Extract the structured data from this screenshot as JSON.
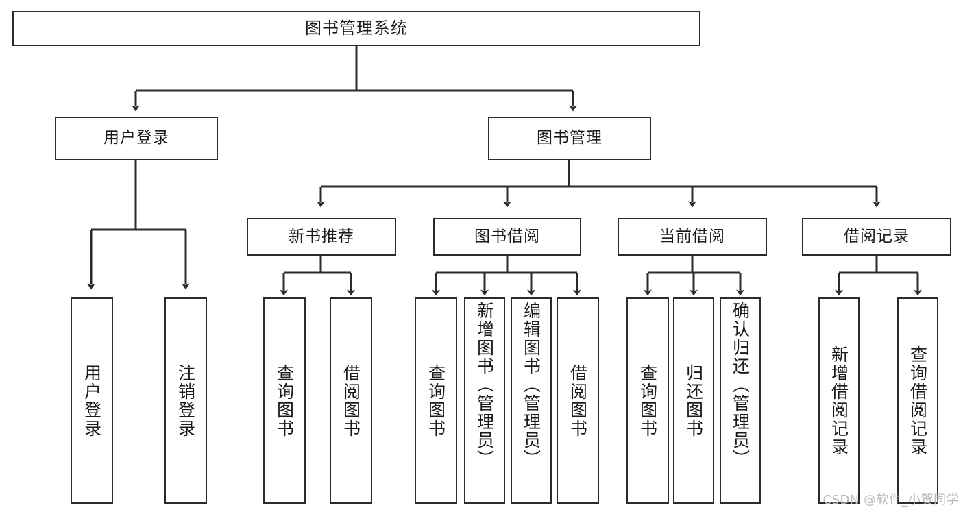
{
  "diagram": {
    "type": "tree",
    "title": "图书管理系统",
    "watermark": "CSDN @软件_小贺同学",
    "colors": {
      "box_border": "#2b2b2b",
      "box_fill": "#ffffff",
      "edge": "#2b2b2b",
      "text": "#1a1a1a",
      "watermark": "#b9b9b9"
    },
    "root": {
      "label": "图书管理系统"
    },
    "level1": [
      {
        "id": "user-login",
        "label": "用户登录"
      },
      {
        "id": "book-manage",
        "label": "图书管理"
      }
    ],
    "level2": [
      {
        "id": "new-book-recommend",
        "label": "新书推荐",
        "parent": "book-manage"
      },
      {
        "id": "book-borrow",
        "label": "图书借阅",
        "parent": "book-manage"
      },
      {
        "id": "current-borrow",
        "label": "当前借阅",
        "parent": "book-manage"
      },
      {
        "id": "borrow-record",
        "label": "借阅记录",
        "parent": "book-manage"
      }
    ],
    "leaves": [
      {
        "id": "leaf-user-login",
        "label": "用户登录",
        "parent": "user-login"
      },
      {
        "id": "leaf-user-logout",
        "label": "注销登录",
        "parent": "user-login"
      },
      {
        "id": "leaf-query-book-1",
        "label": "查询图书",
        "parent": "new-book-recommend"
      },
      {
        "id": "leaf-borrow-book-1",
        "label": "借阅图书",
        "parent": "new-book-recommend"
      },
      {
        "id": "leaf-query-book-2",
        "label": "查询图书",
        "parent": "book-borrow"
      },
      {
        "id": "leaf-add-book",
        "label": "新增图书（管理员）",
        "parent": "book-borrow"
      },
      {
        "id": "leaf-edit-book",
        "label": "编辑图书（管理员）",
        "parent": "book-borrow"
      },
      {
        "id": "leaf-borrow-book-2",
        "label": "借阅图书",
        "parent": "book-borrow"
      },
      {
        "id": "leaf-query-book-3",
        "label": "查询图书",
        "parent": "current-borrow"
      },
      {
        "id": "leaf-return-book",
        "label": "归还图书",
        "parent": "current-borrow"
      },
      {
        "id": "leaf-confirm-return",
        "label": "确认归还（管理员）",
        "parent": "current-borrow"
      },
      {
        "id": "leaf-add-record",
        "label": "新增借阅记录",
        "parent": "borrow-record"
      },
      {
        "id": "leaf-query-record",
        "label": "查询借阅记录",
        "parent": "borrow-record"
      }
    ]
  }
}
